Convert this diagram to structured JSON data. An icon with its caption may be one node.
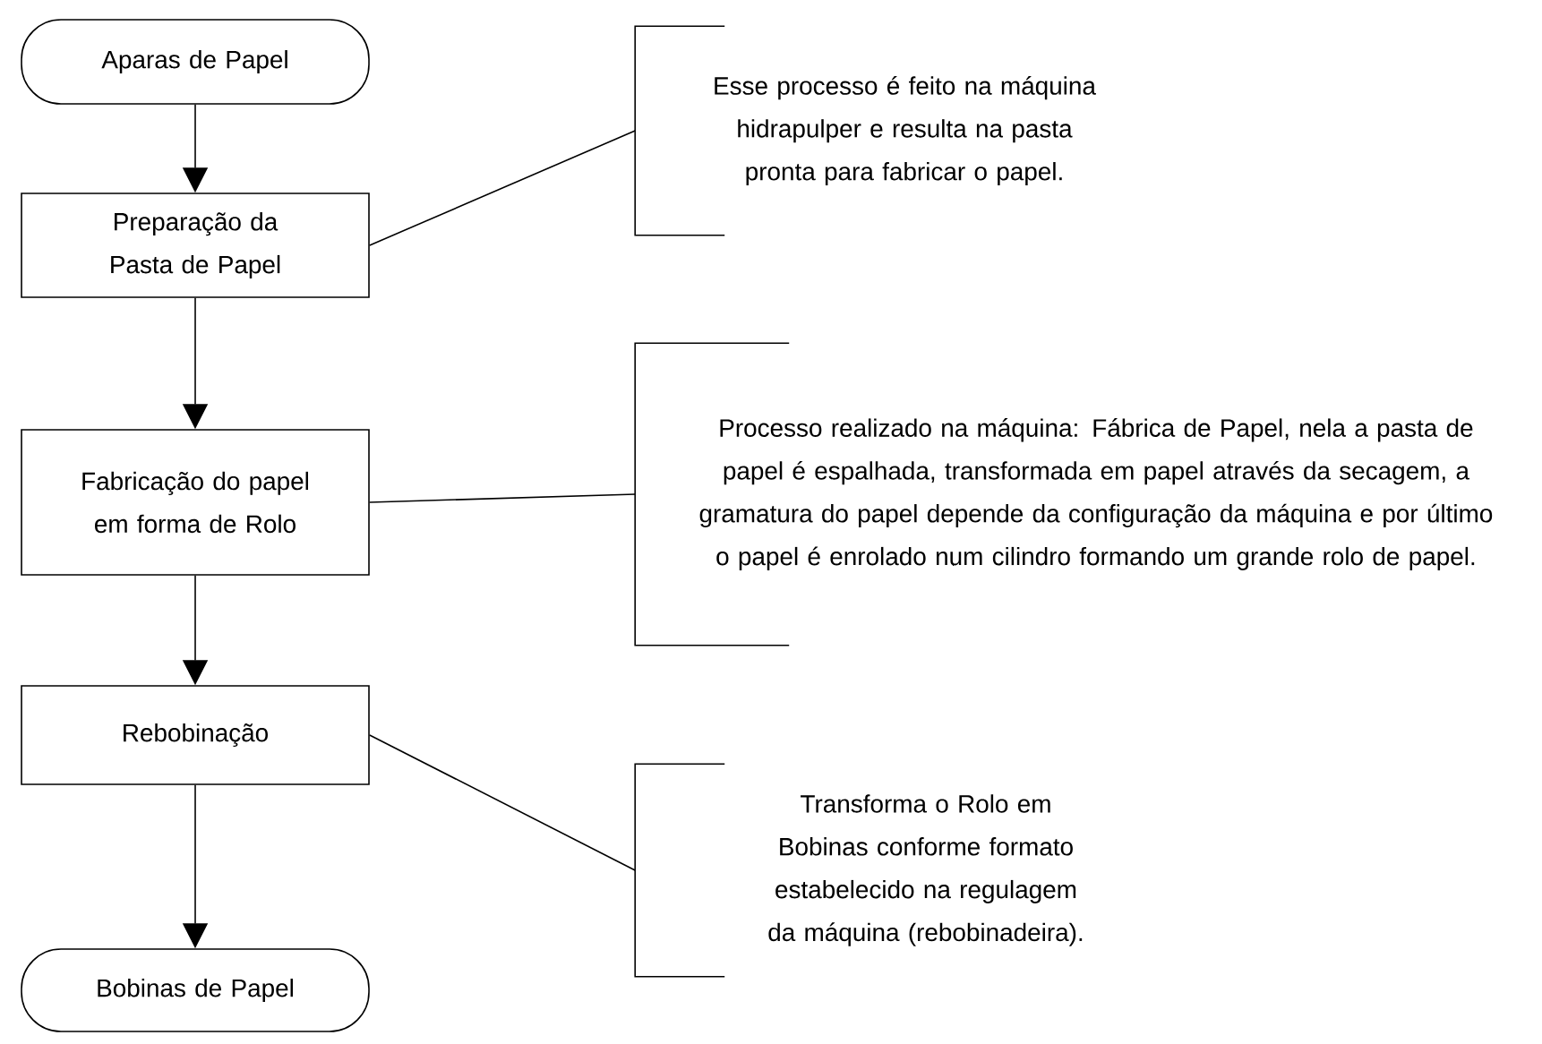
{
  "diagram": {
    "nodes": [
      {
        "text": [
          "Aparas de Papel"
        ]
      },
      {
        "text": [
          "Preparação da Pasta de Papel"
        ]
      },
      {
        "text": [
          "Fabricação do papel em forma de Rolo"
        ]
      },
      {
        "text": [
          "Rebobinação"
        ]
      },
      {
        "text": [
          "Bobinas de Papel"
        ]
      },
      {
        "text": [
          "Esse processo é feito na máquina hidrapulper e resulta na pasta pronta para fabricar o papel."
        ]
      },
      {
        "text": [
          "Processo realizado na máquina: Fábrica de Papel, nela a pasta de papel é espalhada, transformada em papel através da secagem, a gramatura do papel depende da configuração da máquina e por último o papel é enrolado num cilindro formando um grande rolo de papel."
        ]
      },
      {
        "text": [
          "Transforma o Rolo em Bobinas conforme formato estabelecido na regulagem da máquina (rebobinadeira)."
        ]
      }
    ],
    "edges": [
      {
        "from": 0,
        "to": 1,
        "arrow": "to"
      },
      {
        "from": 1,
        "to": 2,
        "arrow": "to"
      },
      {
        "from": 2,
        "to": 3,
        "arrow": "to"
      },
      {
        "from": 3,
        "to": 4,
        "arrow": "to"
      },
      {
        "from": 1,
        "to": 5,
        "arrow": "none"
      },
      {
        "from": 2,
        "to": 6,
        "arrow": "none"
      },
      {
        "from": 3,
        "to": 7,
        "arrow": "none"
      }
    ]
  }
}
